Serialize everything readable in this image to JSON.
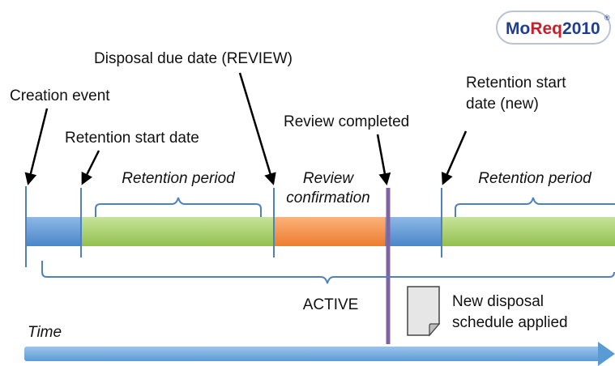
{
  "logo": {
    "part1": "Mo",
    "part2": "Req",
    "part3": "2010",
    "mark": "®",
    "colors": {
      "mo": "#1f3e8f",
      "req": "#c8202a",
      "year": "#1f3e8f",
      "border": "#b9c3d3"
    }
  },
  "labels": {
    "creation_event": "Creation event",
    "retention_start": "Retention start date",
    "disposal_due": "Disposal due date (REVIEW)",
    "review_completed": "Review completed",
    "retention_start_new_line1": "Retention start",
    "retention_start_new_line2": "date (new)",
    "retention_period_1": "Retention period",
    "review_confirmation_line1": "Review",
    "review_confirmation_line2": "confirmation",
    "retention_period_2": "Retention period",
    "active": "ACTIVE",
    "new_schedule_line1": "New disposal",
    "new_schedule_line2": "schedule applied",
    "time": "Time"
  },
  "colors": {
    "blue_segment": "#5b9bd5",
    "green_segment": "#a9d36b",
    "orange_segment": "#f79646",
    "bracket": "#4f81bd",
    "marker": "#4f81bd",
    "review_line": "#8064a2",
    "time_arrow": "#6fa8dc",
    "document_fill": "#e6e6e6"
  },
  "icons": {
    "document": "document-icon",
    "time_arrow": "arrow-right-icon"
  }
}
